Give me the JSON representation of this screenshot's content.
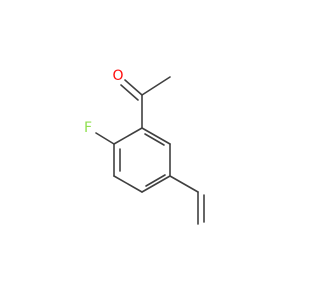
{
  "molecule": {
    "atoms": [
      {
        "id": "O",
        "label": "O",
        "color": "#ff0d0d"
      },
      {
        "id": "F",
        "label": "F",
        "color": "#90e050"
      }
    ],
    "bond_color": "#404040"
  }
}
